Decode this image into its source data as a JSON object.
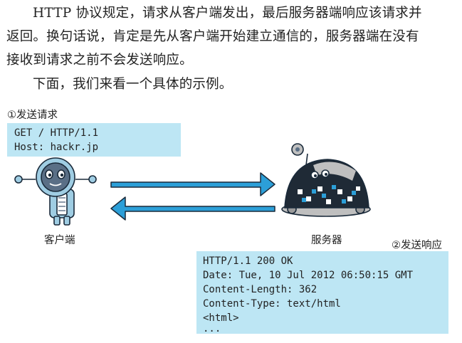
{
  "text": {
    "para1_lines": [
      "HTTP 协议规定，请求从客户端发出，最后服务器端响应该请求并",
      "返回。换句话说，肯定是先从客户端开始建立通信的，服务器端在没有",
      "接收到请求之前不会发送响应。"
    ],
    "para2": "下面，我们来看一个具体的示例。"
  },
  "diagram": {
    "step1_label": "①发送请求",
    "request_lines": [
      "GET / HTTP/1.1",
      "Host: hackr.jp"
    ],
    "client_label": "客户端",
    "server_label": "服务器",
    "step2_label": "②发送响应",
    "response_lines": [
      "HTTP/1.1 200 OK",
      "Date: Tue, 10 Jul 2012 06:50:15 GMT",
      "Content-Length: 362",
      "Content-Type: text/html",
      "<html>",
      "..."
    ]
  },
  "colors": {
    "code_bg": "#bde6f4",
    "arrow_blue": "#2c9fd8",
    "robot_body": "#9fcde3",
    "robot_face": "#5a6f86",
    "server_dome": "#bfbfbf",
    "server_dark": "#1f2a36"
  }
}
